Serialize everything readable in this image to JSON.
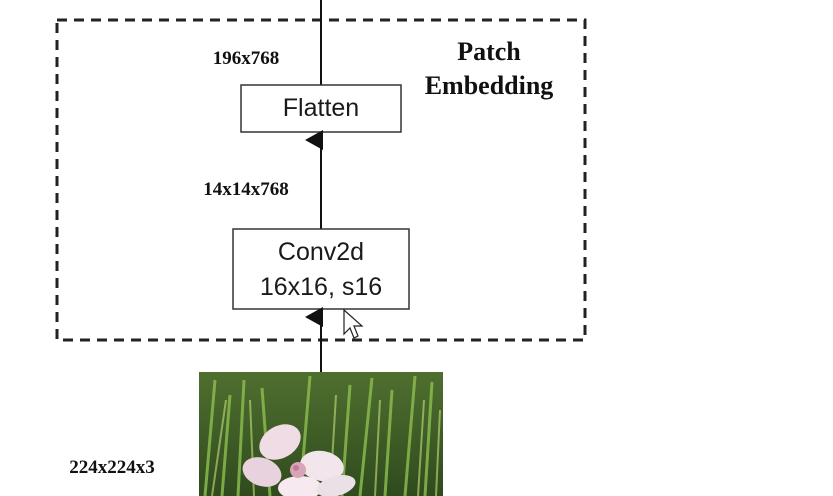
{
  "diagram": {
    "group_title_line1": "Patch",
    "group_title_line2": "Embedding",
    "flatten_label": "Flatten",
    "conv_label_line1": "Conv2d",
    "conv_label_line2": "16x16, s16",
    "dim_after_flatten": "196x768",
    "dim_after_conv": "14x14x768",
    "dim_input": "224x224x3"
  },
  "colors": {
    "line": "#111111",
    "box_border": "#333333",
    "dashed_border": "#222222"
  }
}
